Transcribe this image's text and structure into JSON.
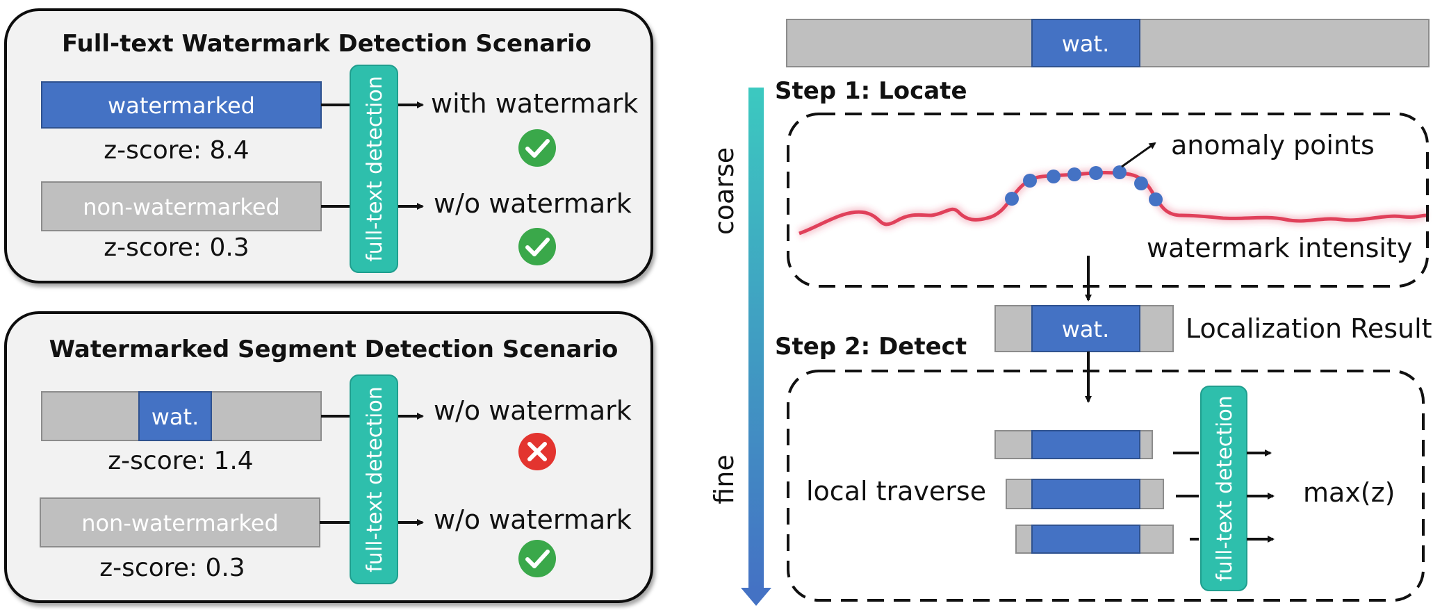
{
  "left": {
    "full_text": {
      "title": "Full-text Watermark Detection Scenario",
      "rows": [
        {
          "bar_label": "watermarked",
          "z_label": "z-score: 8.4",
          "result": "with watermark",
          "status": "correct"
        },
        {
          "bar_label": "non-watermarked",
          "z_label": "z-score: 0.3",
          "result": "w/o watermark",
          "status": "correct"
        }
      ],
      "detector_label": "full-text detection"
    },
    "segment": {
      "title": "Watermarked Segment Detection Scenario",
      "rows": [
        {
          "bar_label": "wat.",
          "z_label": "z-score: 1.4",
          "result": "w/o watermark",
          "status": "wrong"
        },
        {
          "bar_label": "non-watermarked",
          "z_label": "z-score: 0.3",
          "result": "w/o watermark",
          "status": "correct"
        }
      ],
      "detector_label": "full-text detection"
    }
  },
  "right": {
    "top_bar_label": "wat.",
    "axis_top": "coarse",
    "axis_bottom": "fine",
    "step1": {
      "title": "Step 1: Locate",
      "anomaly_label": "anomaly points",
      "curve_label": "watermark intensity"
    },
    "localization": {
      "bar_label": "wat.",
      "label": "Localization Result"
    },
    "step2": {
      "title": "Step 2: Detect",
      "traverse_label": "local traverse",
      "detector_label": "full-text detection",
      "result_label": "max(z)"
    }
  },
  "colors": {
    "blue": "#4472c4",
    "gray": "#bfbfbf",
    "teal": "#2ebfac",
    "green": "#3aa84a",
    "red": "#e3342f",
    "curve": "#e0405a",
    "panel_bg": "#f2f2f2"
  },
  "icons": [
    "check-icon",
    "cross-icon",
    "arrow-icon"
  ]
}
